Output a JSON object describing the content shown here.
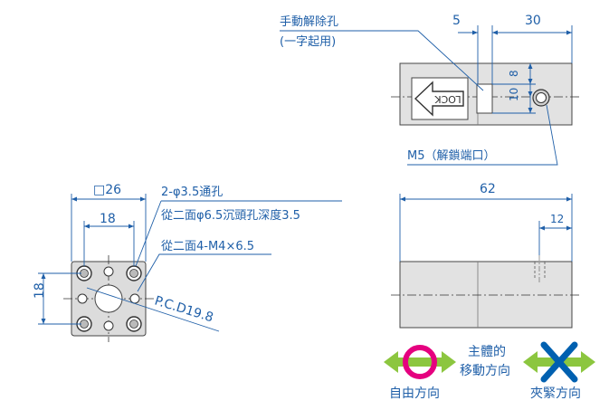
{
  "top_view": {
    "manual_release_label": "手動解除孔",
    "manual_release_sub": "(一字起用)",
    "dim_5": "5",
    "dim_30": "30",
    "dim_8": "8",
    "dim_10": "10",
    "lock_text": "LOCK",
    "m5_label": "M5（解鎖端口）"
  },
  "side_view": {
    "dim_62": "62",
    "dim_12": "12"
  },
  "end_view": {
    "dim_square26": "□26",
    "dim_18_top": "18",
    "dim_18_left": "18",
    "note_hole": "2-φ3.5通孔",
    "note_counterbore": "從二面φ6.5沉頭孔深度3.5",
    "note_tap": "從二面4-M4×6.5",
    "pcd": "P.C.D19.8"
  },
  "legend": {
    "main_body_line1": "主體的",
    "main_body_line2": "移動方向",
    "free_label": "自由方向",
    "clamp_label": "夾緊方向",
    "free_color": "#e5007f",
    "clamp_color": "#0060b0",
    "arrow_color": "#8cc63f"
  }
}
